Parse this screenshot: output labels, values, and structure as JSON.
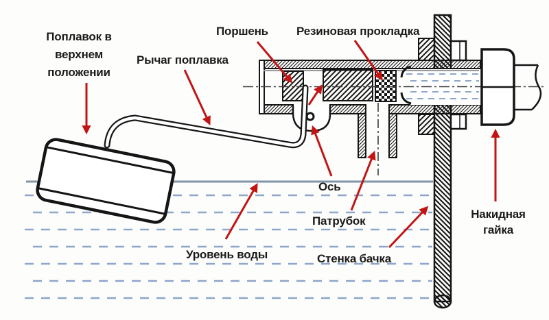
{
  "diagram": {
    "title": "Float valve mechanism (toilet cistern) cross-section",
    "language": "ru",
    "labels": {
      "float": "Поплавок в верхнем положении",
      "lever": "Рычаг поплавка",
      "piston": "Поршень",
      "gasket": "Резиновая прокладка",
      "axis": "Ось",
      "branch_pipe": "Патрубок",
      "water_level": "Уровень воды",
      "tank_wall": "Стенка бачка",
      "union_nut": "Накидная гайка"
    },
    "colors": {
      "accent_red": "#c31414",
      "water_blue": "#8da6c9",
      "water_level_line": "#8095aa",
      "line_black": "#151515"
    }
  }
}
